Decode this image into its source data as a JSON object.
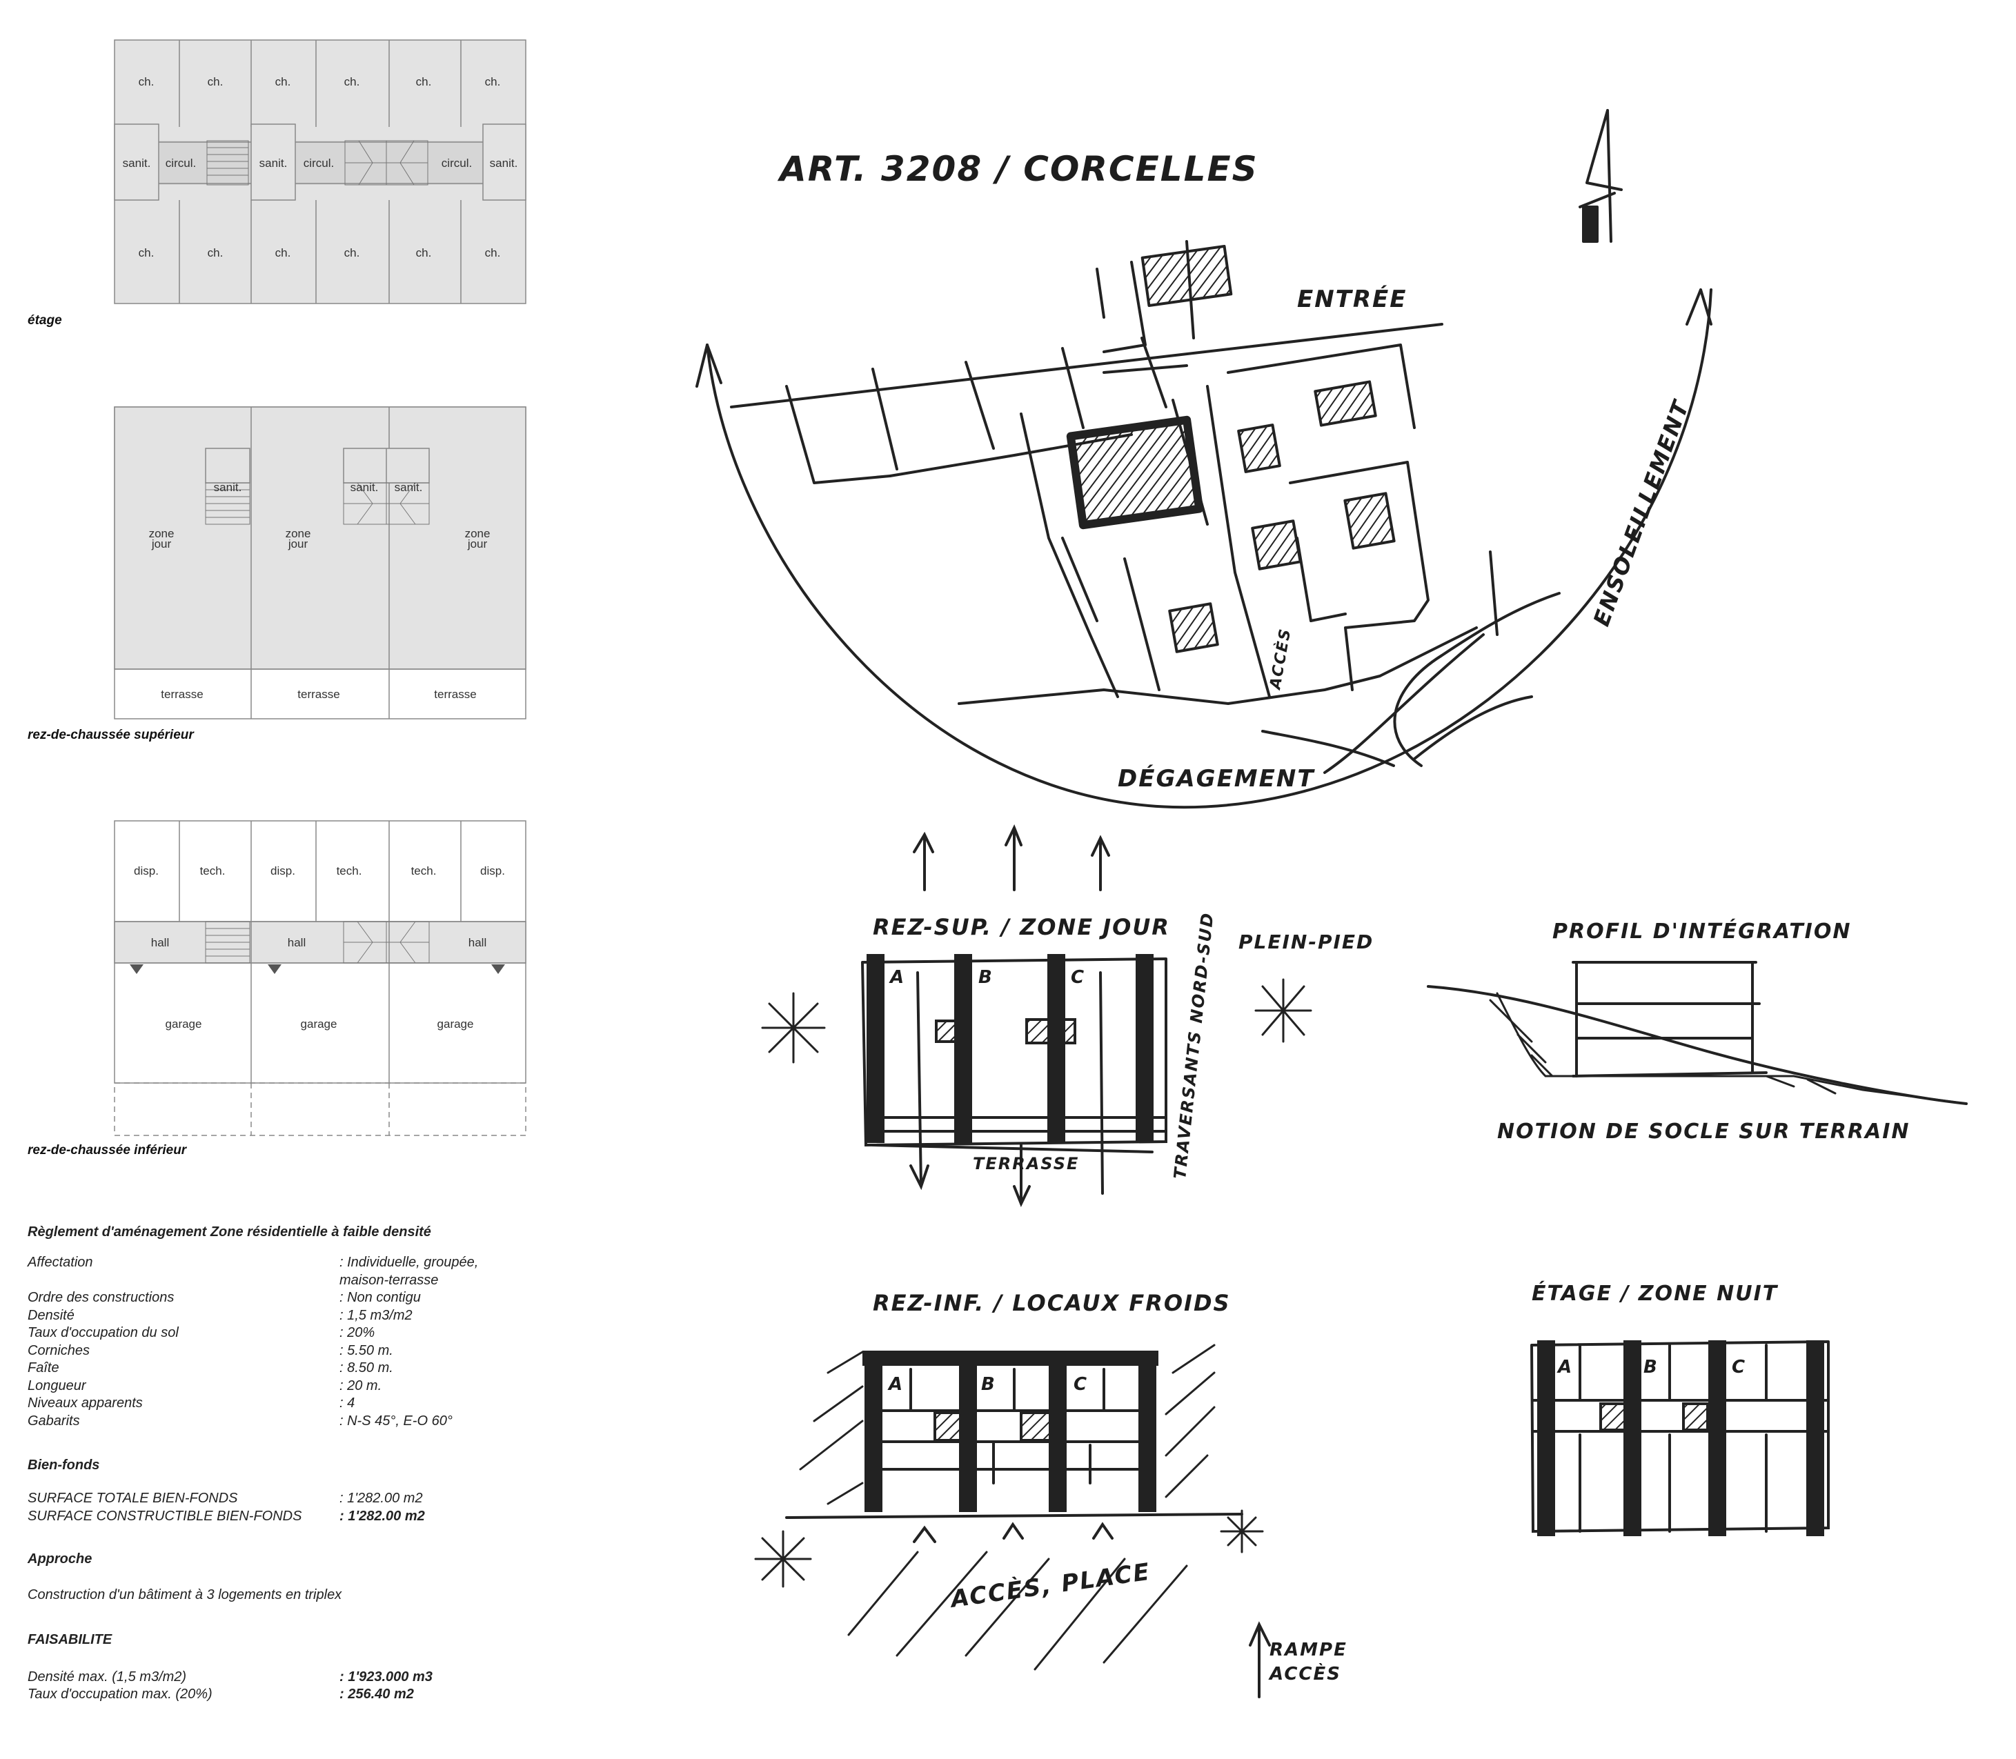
{
  "plans": {
    "etage": {
      "label": "étage",
      "rooms": {
        "ch": "ch.",
        "sanit": "sanit.",
        "circul": "circul."
      }
    },
    "rez_sup": {
      "label": "rez-de-chaussée supérieur",
      "rooms": {
        "sanit": "sanit.",
        "zone": "zone",
        "jour": "jour",
        "terrasse": "terrasse"
      }
    },
    "rez_inf": {
      "label": "rez-de-chaussée inférieur",
      "rooms": {
        "disp": "disp.",
        "tech": "tech.",
        "hall": "hall",
        "garage": "garage"
      }
    }
  },
  "reglement": {
    "title": "Règlement d'aménagement Zone résidentielle à faible densité",
    "rows": [
      {
        "k": "Affectation",
        "v": ": Individuelle, groupée, maison-terrasse"
      },
      {
        "k": "Ordre des constructions",
        "v": ": Non contigu"
      },
      {
        "k": "Densité",
        "v": ": 1,5 m3/m2"
      },
      {
        "k": "Taux d'occupation du sol",
        "v": ": 20%"
      },
      {
        "k": "Corniches",
        "v": ": 5.50 m."
      },
      {
        "k": "Faîte",
        "v": ": 8.50 m."
      },
      {
        "k": "Longueur",
        "v": ": 20 m."
      },
      {
        "k": "Niveaux apparents",
        "v": ": 4"
      },
      {
        "k": "Gabarits",
        "v": ": N-S 45°, E-O 60°"
      }
    ]
  },
  "bien_fonds": {
    "title": "Bien-fonds",
    "rows": [
      {
        "k": "SURFACE TOTALE BIEN-FONDS",
        "v": ": 1'282.00 m2"
      },
      {
        "k": "SURFACE CONSTRUCTIBLE BIEN-FONDS",
        "v": ": 1'282.00 m2"
      }
    ]
  },
  "approche": {
    "title": "Approche",
    "text": "Construction d'un bâtiment à 3 logements en triplex"
  },
  "faisabilite": {
    "title": "FAISABILITE",
    "rows": [
      {
        "k": "Densité max. (1,5 m3/m2)",
        "v": ": 1'923.000 m3"
      },
      {
        "k": "Taux d'occupation max. (20%)",
        "v": ": 256.40 m2"
      }
    ]
  },
  "sketches": {
    "site_title": "ART. 3208 / CORCELLES",
    "site_notes": {
      "entree": "ENTRÉE",
      "ensoleillement": "ENSOLEILLEMENT",
      "degagement": "DÉGAGEMENT",
      "acces": "ACCÈS"
    },
    "rez_sup_title": "REZ-SUP. / ZONE JOUR",
    "rez_sup_notes": {
      "terrasse": "TERRASSE",
      "plein_pied": "PLEIN-PIED",
      "side": "TRAVERSANTS NORD-SUD"
    },
    "profil_title": "PROFIL D'INTÉGRATION",
    "profil_note": "NOTION DE SOCLE SUR TERRAIN",
    "rez_inf_title": "REZ-INF. / LOCAUX FROIDS",
    "rez_inf_note": "ACCÈS, PLACE",
    "etage_title": "ÉTAGE / ZONE NUIT",
    "rampe": [
      "RAMPE",
      "ACCÈS"
    ],
    "units": {
      "a": "A",
      "b": "B",
      "c": "C"
    }
  }
}
